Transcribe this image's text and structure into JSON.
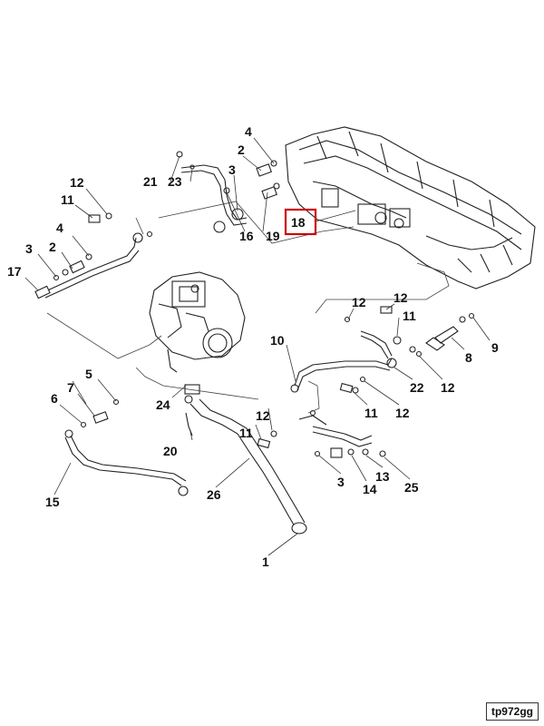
{
  "callouts": [
    {
      "id": "c4a",
      "label": "4"
    },
    {
      "id": "c2a",
      "label": "2"
    },
    {
      "id": "c3a",
      "label": "3"
    },
    {
      "id": "c21",
      "label": "21"
    },
    {
      "id": "c23",
      "label": "23"
    },
    {
      "id": "c12a",
      "label": "12"
    },
    {
      "id": "c11a",
      "label": "11"
    },
    {
      "id": "c18",
      "label": "18"
    },
    {
      "id": "c16",
      "label": "16"
    },
    {
      "id": "c19",
      "label": "19"
    },
    {
      "id": "c4b",
      "label": "4"
    },
    {
      "id": "c3b",
      "label": "3"
    },
    {
      "id": "c2b",
      "label": "2"
    },
    {
      "id": "c17",
      "label": "17"
    },
    {
      "id": "c12b",
      "label": "12"
    },
    {
      "id": "c12c",
      "label": "12"
    },
    {
      "id": "c11b",
      "label": "11"
    },
    {
      "id": "c10",
      "label": "10"
    },
    {
      "id": "c9",
      "label": "9"
    },
    {
      "id": "c8",
      "label": "8"
    },
    {
      "id": "c22",
      "label": "22"
    },
    {
      "id": "c12d",
      "label": "12"
    },
    {
      "id": "c5",
      "label": "5"
    },
    {
      "id": "c7",
      "label": "7"
    },
    {
      "id": "c6",
      "label": "6"
    },
    {
      "id": "c24",
      "label": "24"
    },
    {
      "id": "c12e",
      "label": "12"
    },
    {
      "id": "c11c",
      "label": "11"
    },
    {
      "id": "c12f",
      "label": "12"
    },
    {
      "id": "c11d",
      "label": "11"
    },
    {
      "id": "c20",
      "label": "20"
    },
    {
      "id": "c15",
      "label": "15"
    },
    {
      "id": "c26",
      "label": "26"
    },
    {
      "id": "c3c",
      "label": "3"
    },
    {
      "id": "c14",
      "label": "14"
    },
    {
      "id": "c13",
      "label": "13"
    },
    {
      "id": "c25",
      "label": "25"
    },
    {
      "id": "c1",
      "label": "1"
    }
  ],
  "highlighted_callout": "18",
  "highlight_color": "#cc0000",
  "reference_code": "tp972gg"
}
